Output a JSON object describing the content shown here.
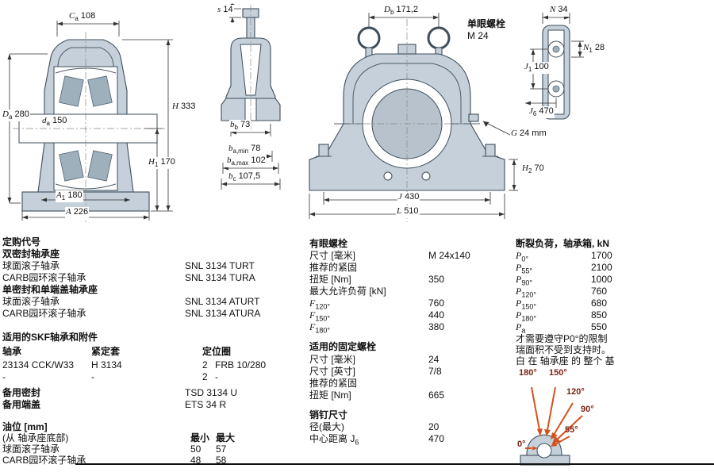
{
  "colors": {
    "metal": "#c5d0da",
    "shade": "#b7c2cc",
    "arrow": "#d4511e",
    "angle_label": "#7b2413",
    "line": "#333333"
  },
  "drawings": {
    "front_section": {
      "dims": {
        "Ca": {
          "sym": "C",
          "sub": "a",
          "val": "108"
        },
        "Da": {
          "sym": "D",
          "sub": "a",
          "val": "280"
        },
        "da": {
          "sym": "d",
          "sub": "a",
          "val": "150"
        },
        "H": {
          "sym": "H",
          "sub": "",
          "val": "333"
        },
        "H1": {
          "sym": "H",
          "sub": "1",
          "val": "170"
        },
        "A1": {
          "sym": "A",
          "sub": "1",
          "val": "180"
        },
        "A": {
          "sym": "A",
          "sub": "",
          "val": "226"
        }
      }
    },
    "side_section": {
      "dims": {
        "s": {
          "sym": "s",
          "sub": "",
          "val": "14"
        },
        "bb": {
          "sym": "b",
          "sub": "b",
          "val": "73"
        },
        "bamin": {
          "sym": "b",
          "sub": "a,min",
          "val": "78"
        },
        "bamax": {
          "sym": "b",
          "sub": "a,max",
          "val": "102"
        },
        "bc": {
          "sym": "b",
          "sub": "c",
          "val": "107,5"
        }
      }
    },
    "front_view": {
      "eyebolt_title": "单眼螺栓",
      "eyebolt_size": "M 24",
      "dims": {
        "Db": {
          "sym": "D",
          "sub": "b",
          "val": "171,2"
        },
        "G": {
          "sym": "G",
          "sub": "",
          "val": "24 mm"
        },
        "H2": {
          "sym": "H",
          "sub": "2",
          "val": "70"
        },
        "J": {
          "sym": "J",
          "sub": "",
          "val": "430"
        },
        "L": {
          "sym": "L",
          "sub": "",
          "val": "510"
        }
      }
    },
    "base_view": {
      "dims": {
        "N": {
          "sym": "N",
          "sub": "",
          "val": "34"
        },
        "N1": {
          "sym": "N",
          "sub": "1",
          "val": "28"
        },
        "J1": {
          "sym": "J",
          "sub": "1",
          "val": "100"
        },
        "J6": {
          "sym": "J",
          "sub": "6",
          "val": "470"
        }
      }
    }
  },
  "ordering": {
    "title": "定购代号",
    "group1_heading": "双密封轴承座",
    "group1": [
      {
        "label": "球面滚子轴承",
        "value": "SNL 3134 TURT"
      },
      {
        "label": "CARB园环滚子轴承",
        "value": "SNL 3134 TURA"
      }
    ],
    "group2_heading": "单密封和单端盖轴承座",
    "group2": [
      {
        "label": "球面滚子轴承",
        "value": "SNL 3134 ATURT"
      },
      {
        "label": "CARB园环滚子轴承",
        "value": "SNL 3134 ATURA"
      }
    ]
  },
  "accessories": {
    "title": "适用的SKF轴承和附件",
    "col_bearing": "轴承",
    "col_sleeve": "紧定套",
    "col_ring": "定位圈",
    "rows": [
      {
        "bearing": "23134 CCK/W33",
        "sleeve": "H 3134",
        "qty": "2",
        "ring": "FRB 10/280"
      },
      {
        "bearing": "-",
        "sleeve": "-",
        "qty": "2",
        "ring": "-"
      }
    ],
    "spare_seal_label": "备用密封",
    "spare_seal_value": "TSD 3134 U",
    "spare_cover_label": "备用端盖",
    "spare_cover_value": "ETS 34 R"
  },
  "oil": {
    "title": "油位 [mm]",
    "subtitle": "(从 轴承座底部)",
    "min_label": "最小",
    "max_label": "最大",
    "rows": [
      {
        "label": "球面滚子轴承",
        "min": "50",
        "max": "57"
      },
      {
        "label": "CARB园环滚子轴承",
        "min": "48",
        "max": "58"
      }
    ]
  },
  "eyebolt": {
    "title": "有眼螺栓",
    "size_label": "尺寸 [毫米]",
    "size_value": "M 24x140",
    "tighten_label": "推荐的紧固",
    "torque_label": "扭矩 [Nm]",
    "torque_value": "350",
    "maxload_title": "最大允许负荷 [kN]",
    "loads": [
      {
        "sym": "F",
        "sub": "120°",
        "value": "760"
      },
      {
        "sym": "F",
        "sub": "150°",
        "value": "440"
      },
      {
        "sym": "F",
        "sub": "180°",
        "value": "380"
      }
    ]
  },
  "fixing": {
    "title": "适用的固定螺栓",
    "size_mm_label": "尺寸 [毫米]",
    "size_mm_value": "24",
    "size_in_label": "尺寸 [英寸]",
    "size_in_value": "7/8",
    "tighten_label": "推荐的紧固",
    "torque_label": "扭矩 [Nm]",
    "torque_value": "665"
  },
  "pins": {
    "title": "销钉尺寸",
    "dia_label": "径(最大)",
    "dia_value": "20",
    "cc_label": "中心距离 J",
    "cc_sub": "6",
    "cc_value": "470"
  },
  "breaking": {
    "title": "断裂负荷，轴承箱, kN",
    "rows": [
      {
        "sym": "P",
        "sub": "0°",
        "value": "1700"
      },
      {
        "sym": "P",
        "sub": "55°",
        "value": "2100"
      },
      {
        "sym": "P",
        "sub": "90°",
        "value": "1000"
      },
      {
        "sym": "P",
        "sub": "120°",
        "value": "760"
      },
      {
        "sym": "P",
        "sub": "150°",
        "value": "680"
      },
      {
        "sym": "P",
        "sub": "180°",
        "value": "850"
      },
      {
        "sym": "P",
        "sub": "a",
        "value": "550"
      }
    ],
    "note1": "才需要遵守P0°的限制",
    "note2": "瑞面积不受到支持时。",
    "note3": "白 在 轴承座 的 整个 基",
    "angles": {
      "a180": "180°",
      "a150": "150°",
      "a120": "120°",
      "a90": "90°",
      "a55": "55°",
      "a0": "0°"
    }
  }
}
